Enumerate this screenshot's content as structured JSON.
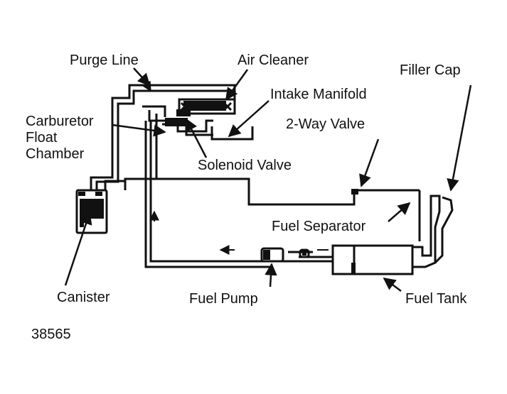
{
  "labels": {
    "purge_line": "Purge Line",
    "air_cleaner": "Air Cleaner",
    "filler_cap": "Filler Cap",
    "intake_manifold": "Intake Manifold",
    "carburetor_float_chamber": [
      "Carburetor",
      "Float",
      "Chamber"
    ],
    "two_way_valve": "2-Way Valve",
    "solenoid_valve": "Solenoid Valve",
    "fuel_separator": "Fuel Separator",
    "canister": "Canister",
    "fuel_pump": "Fuel Pump",
    "fuel_tank": "Fuel Tank"
  },
  "figure_id": "38565",
  "colors": {
    "line": "#111111",
    "background": "#ffffff"
  }
}
